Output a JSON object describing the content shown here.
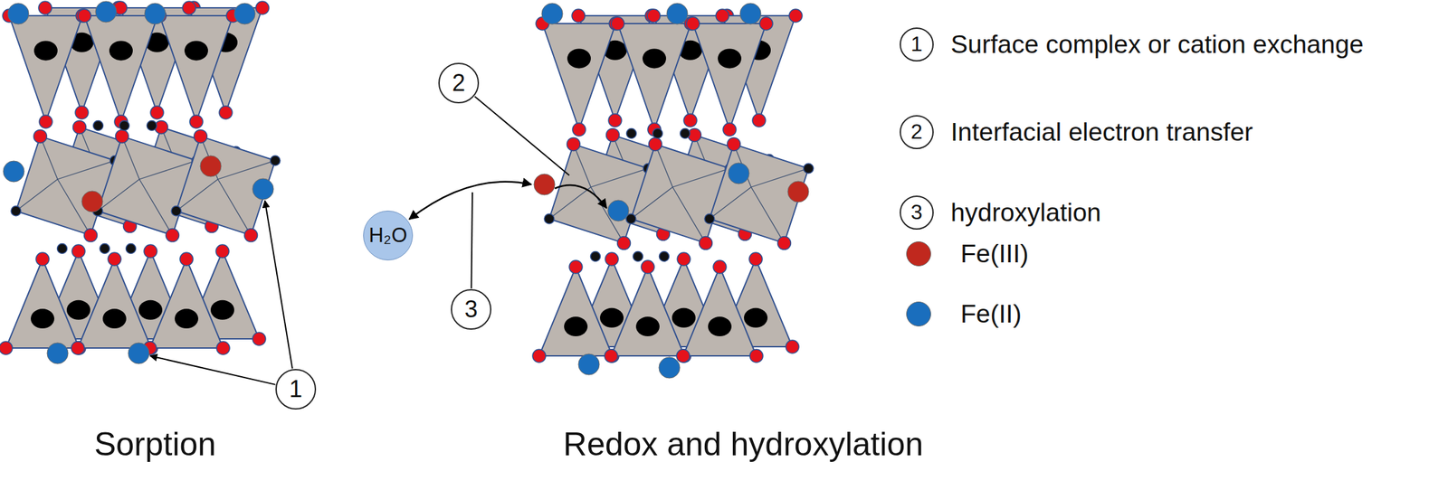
{
  "diagram": {
    "nodes": [
      {
        "text": [
          "2"
        ]
      },
      {
        "text": [
          "H₂O"
        ]
      },
      {
        "text": [
          "3"
        ]
      },
      {
        "text": [
          "1"
        ]
      },
      {
        "text": [
          "1"
        ]
      },
      {
        "text": [
          "2"
        ]
      },
      {
        "text": [
          "3"
        ]
      }
    ],
    "labels": [
      "Sorption",
      "Redox and hydroxylation"
    ],
    "legend": [
      {
        "text": "Surface complex or cation exchange"
      },
      {
        "text": "Interfacial electron transfer"
      },
      {
        "text": "hydroxylation"
      },
      {
        "text": "Fe(III)",
        "color": "#c0281e"
      },
      {
        "text": "Fe(II)",
        "color": "#1a6ebd"
      }
    ]
  }
}
